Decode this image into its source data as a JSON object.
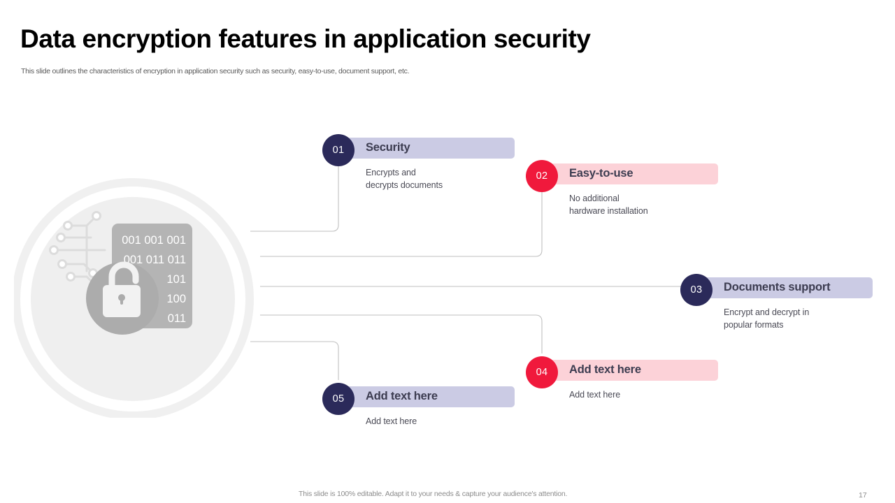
{
  "header": {
    "title": "Data encryption features in application security",
    "subtitle": "This slide outlines the characteristics of encryption in application security such as security, easy-to-use, document support, etc."
  },
  "illustration": {
    "name": "encryption-lock-illustration",
    "binary_rows": [
      "001 001 001",
      "001 011 011",
      "101",
      "100",
      "011"
    ],
    "colors": {
      "outer_ring": "#F0F0F0",
      "inner_disc": "#EFEFEF",
      "card": "#B4B4B4",
      "lock_disc": "#ACACAC",
      "lock_body": "#F2F2F2"
    }
  },
  "features": [
    {
      "number": "01",
      "title": "Security",
      "description": "Encrypts and\ndecrypts documents",
      "badge_color": "#2B2A5A",
      "bar_color": "#CBCBE4"
    },
    {
      "number": "02",
      "title": "Easy-to-use",
      "description": "No additional\nhardware installation",
      "badge_color": "#F0193C",
      "bar_color": "#FCD2D8"
    },
    {
      "number": "03",
      "title": "Documents support",
      "description": "Encrypt and decrypt in\npopular formats",
      "badge_color": "#2B2A5A",
      "bar_color": "#CBCBE4"
    },
    {
      "number": "04",
      "title": "Add text here",
      "description": "Add text here",
      "badge_color": "#F0193C",
      "bar_color": "#FCD2D8"
    },
    {
      "number": "05",
      "title": "Add text here",
      "description": "Add text here",
      "badge_color": "#2B2A5A",
      "bar_color": "#CBCBE4"
    }
  ],
  "footer": {
    "note": "This slide is 100% editable. Adapt it to your needs & capture your audience's attention.",
    "page_number": "17"
  }
}
